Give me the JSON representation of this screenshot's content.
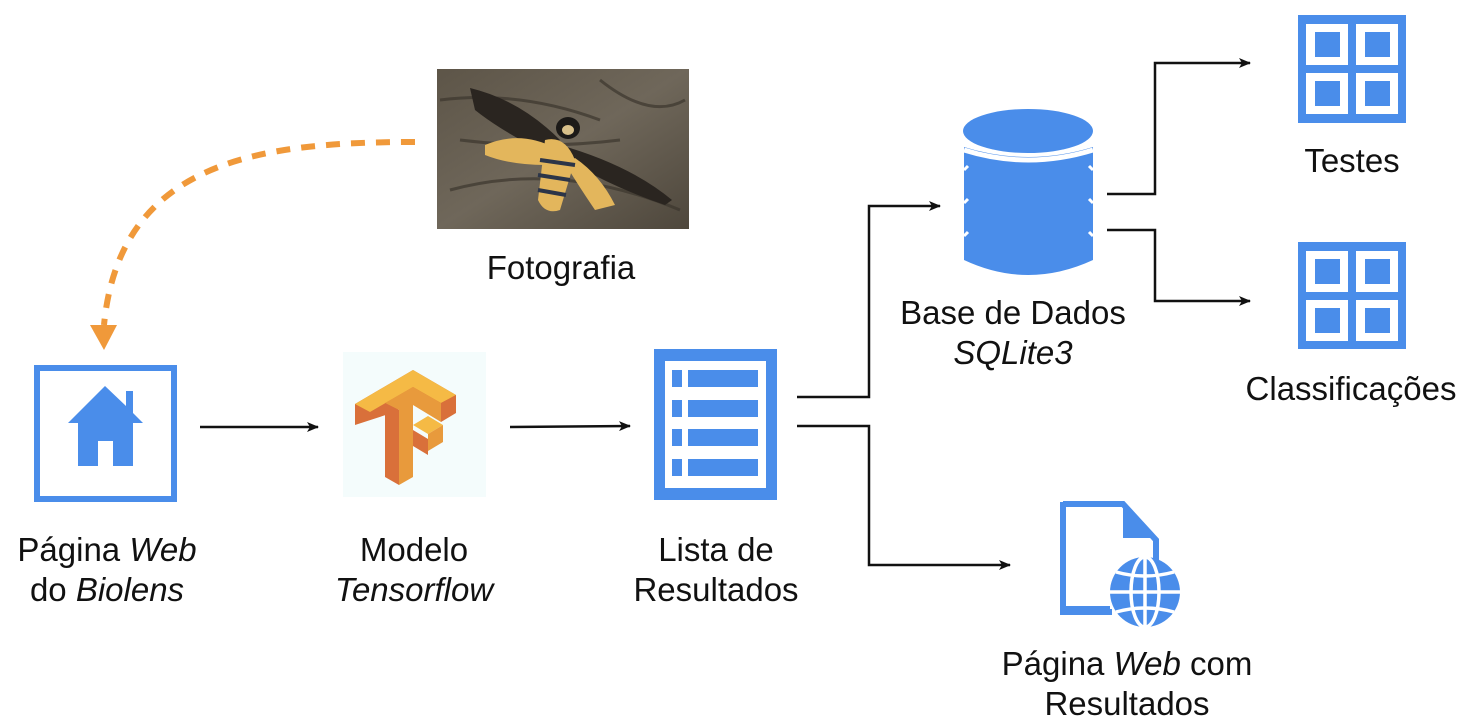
{
  "diagram": {
    "colors": {
      "icon_blue": "#4A8DEA",
      "arrow": "#111111",
      "dashed_arrow": "#F0993A",
      "tf_light": "#F5BA45",
      "tf_mid": "#E89A3C",
      "tf_dark": "#D9703A",
      "tf_bg": "#F4FCFC"
    },
    "nodes": {
      "photo": {
        "label": "Fotografia",
        "icon": "moth-photo"
      },
      "web_page": {
        "label_parts": [
          "Página ",
          "Web",
          "do ",
          "Biolens"
        ],
        "icon": "home-icon"
      },
      "model": {
        "label_parts": [
          "Modelo",
          "Tensorflow"
        ],
        "icon": "tensorflow-logo"
      },
      "results_list": {
        "label_parts": [
          "Lista de",
          "Resultados"
        ],
        "icon": "list-icon"
      },
      "database": {
        "label_parts": [
          "Base de Dados",
          "SQLite3"
        ],
        "icon": "database-icon"
      },
      "tests": {
        "label": "Testes",
        "icon": "grid-table-icon"
      },
      "classifications": {
        "label": "Classificações",
        "icon": "grid-table-icon"
      },
      "results_page": {
        "label_parts": [
          "Página ",
          "Web",
          " com",
          "Resultados"
        ],
        "icon": "web-document-icon"
      }
    },
    "edges": [
      {
        "from": "photo",
        "to": "web_page",
        "style": "dashed"
      },
      {
        "from": "web_page",
        "to": "model",
        "style": "solid"
      },
      {
        "from": "model",
        "to": "results_list",
        "style": "solid"
      },
      {
        "from": "results_list",
        "to": "database",
        "style": "solid"
      },
      {
        "from": "results_list",
        "to": "results_page",
        "style": "solid"
      },
      {
        "from": "database",
        "to": "tests",
        "style": "solid"
      },
      {
        "from": "database",
        "to": "classifications",
        "style": "solid"
      }
    ]
  }
}
